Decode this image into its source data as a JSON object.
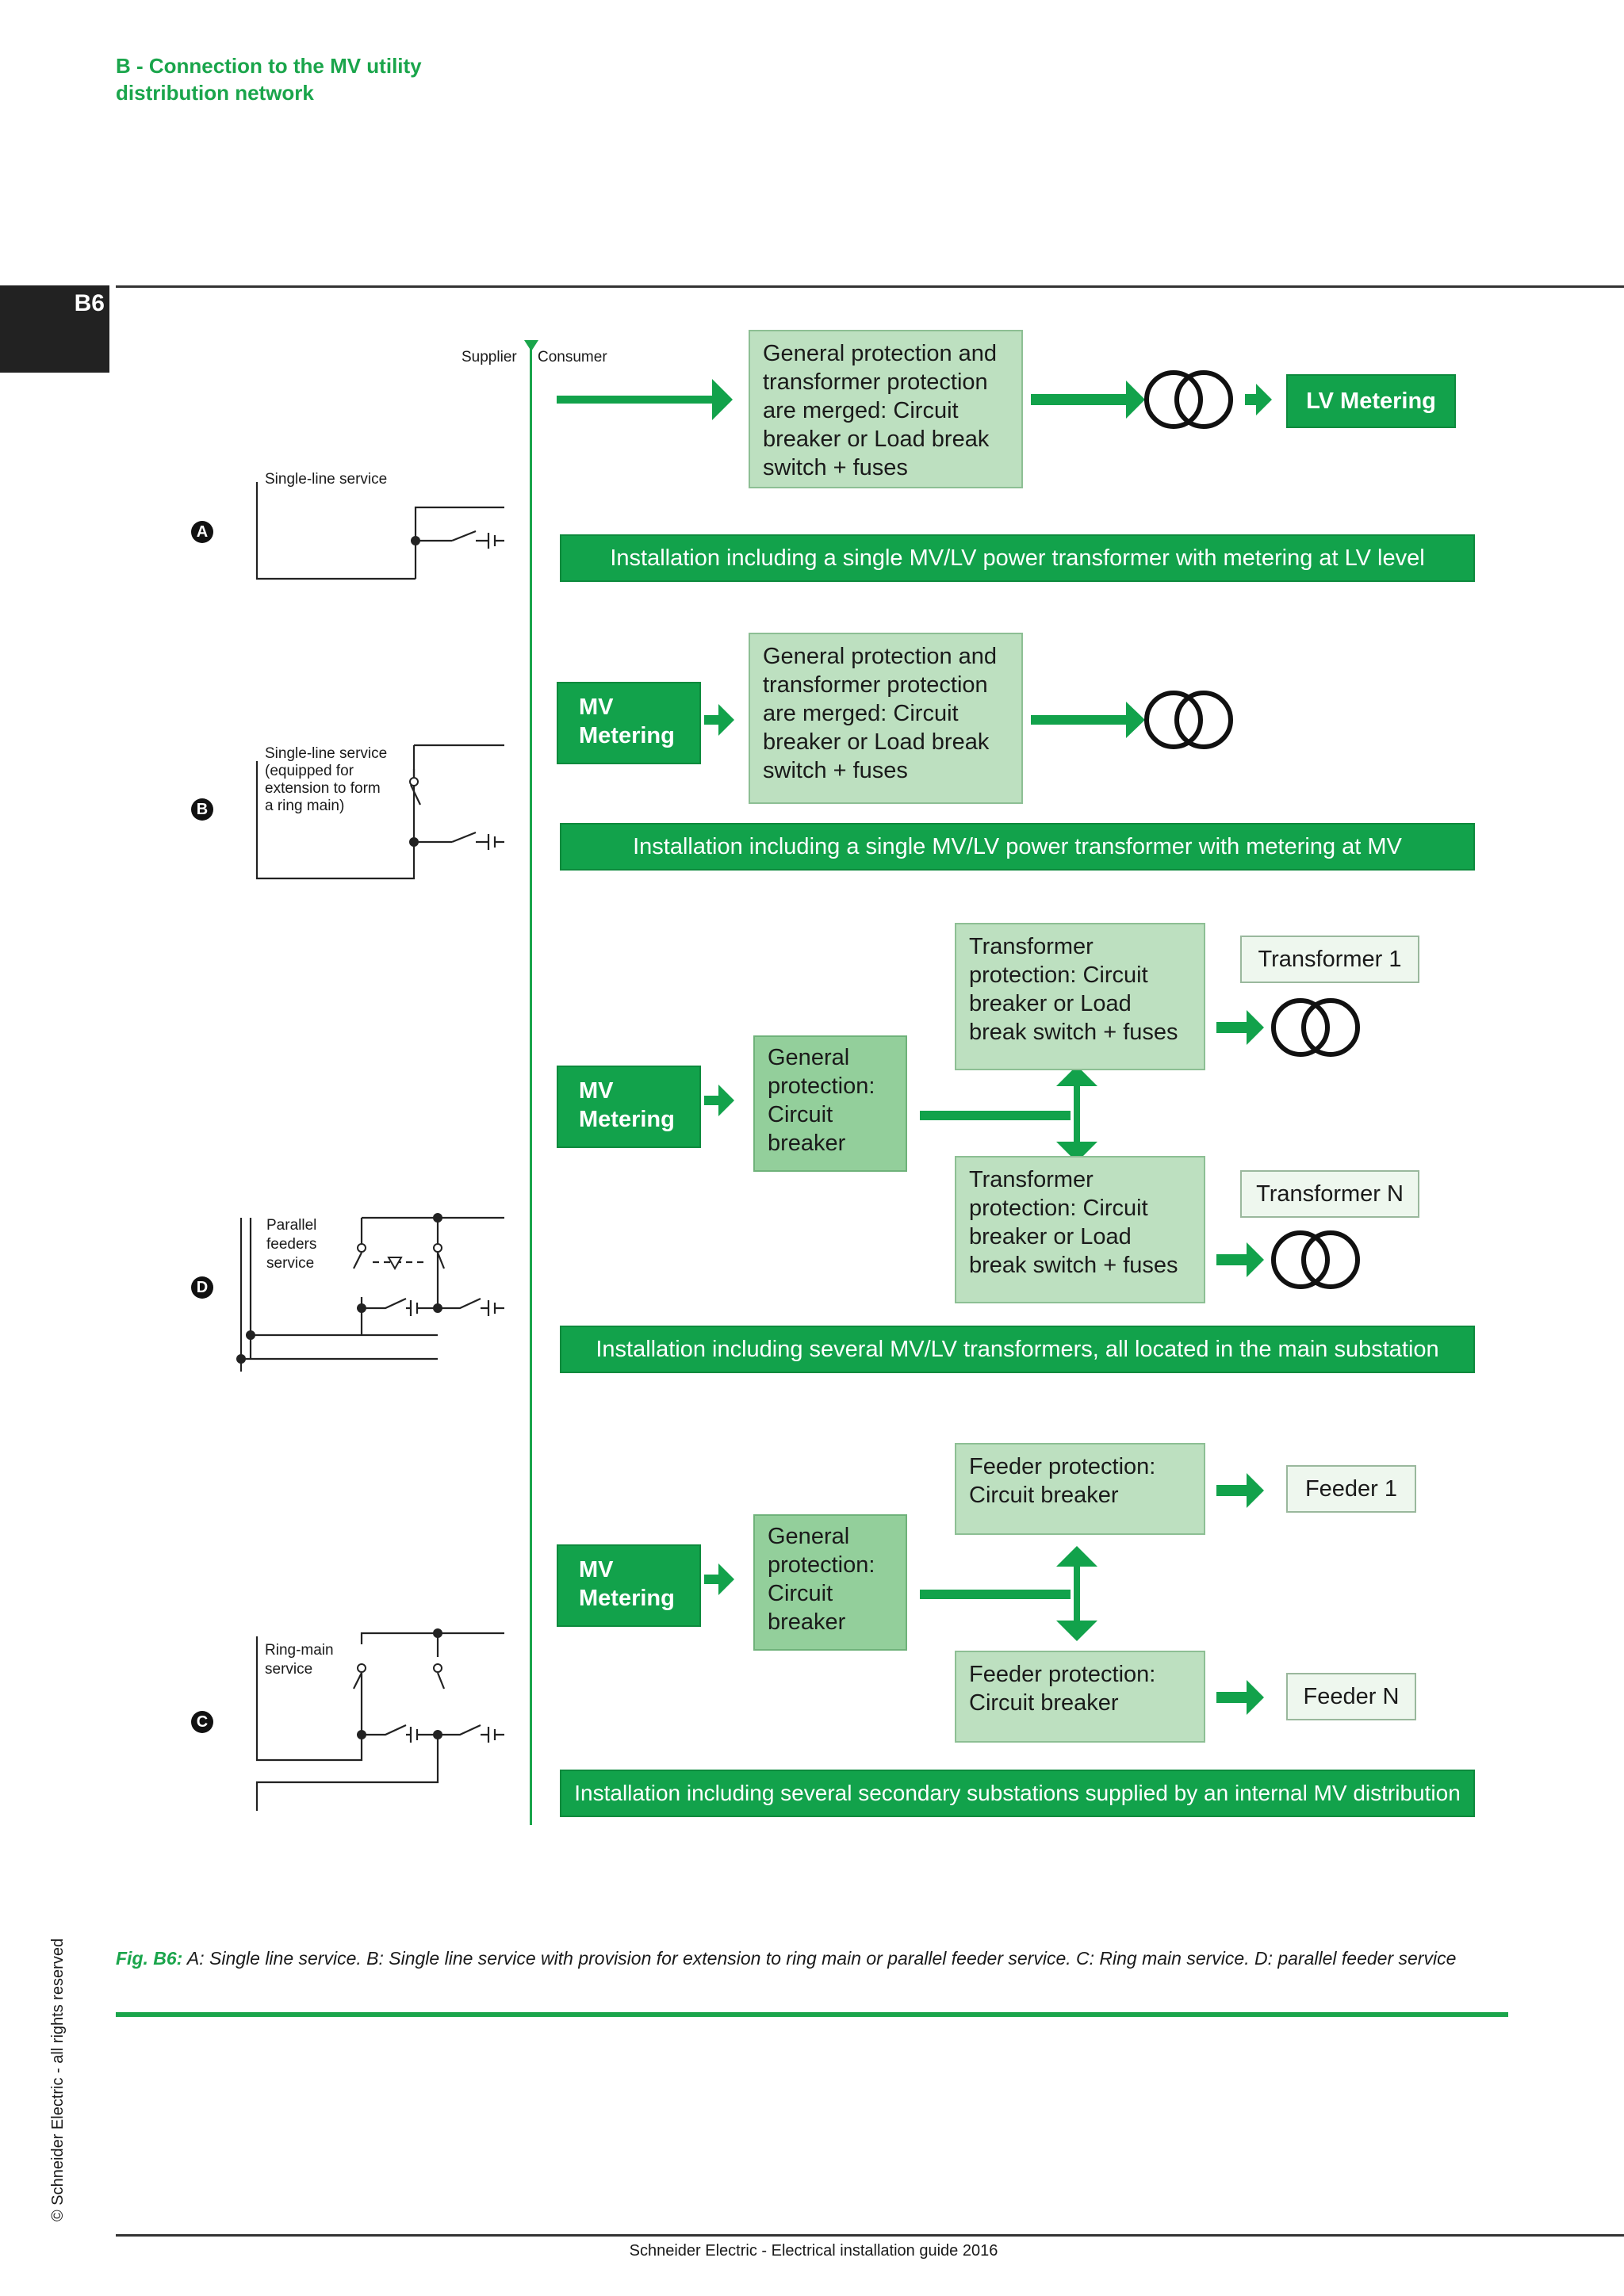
{
  "header": {
    "line1": "B - Connection to the MV utility",
    "line2": "distribution network"
  },
  "page_tab": "B6",
  "divider": {
    "supplier": "Supplier",
    "consumer": "Consumer"
  },
  "scenarios": {
    "A": {
      "letter": "A",
      "label": "Single-line service"
    },
    "B": {
      "letter": "B",
      "label_lines": [
        "Single-line service",
        "(equipped for",
        "extension to form",
        "a ring main)"
      ]
    },
    "D": {
      "letter": "D",
      "label_lines": [
        "Parallel",
        "feeders",
        "service"
      ]
    },
    "C": {
      "letter": "C",
      "label_lines": [
        "Ring-main",
        "service"
      ]
    }
  },
  "rowA": {
    "protection_lines": [
      "General protection and",
      "transformer protection",
      "are merged: Circuit",
      "breaker or Load break",
      "switch + fuses"
    ],
    "lv_metering": "LV Metering",
    "banner": "Installation including a single MV/LV power transformer with metering at LV level"
  },
  "rowB": {
    "mv_metering_lines": [
      "MV",
      "Metering"
    ],
    "protection_lines": [
      "General protection and",
      "transformer protection",
      "are merged: Circuit",
      "breaker or Load break",
      "switch + fuses"
    ],
    "banner": "Installation including a single MV/LV power transformer with metering at MV"
  },
  "rowD": {
    "mv_metering_lines": [
      "MV",
      "Metering"
    ],
    "general_lines": [
      "General",
      "protection:",
      "Circuit",
      "breaker"
    ],
    "tp1_lines": [
      "Transformer",
      "protection: Circuit",
      "breaker or Load",
      "break switch + fuses"
    ],
    "tp2_lines": [
      "Transformer",
      "protection: Circuit",
      "breaker or Load",
      "break switch + fuses"
    ],
    "t1": "Transformer 1",
    "tn": "Transformer N",
    "banner": "Installation including several MV/LV transformers, all located in the main substation"
  },
  "rowC": {
    "mv_metering_lines": [
      "MV",
      "Metering"
    ],
    "general_lines": [
      "General",
      "protection:",
      "Circuit",
      "breaker"
    ],
    "fp1_lines": [
      "Feeder protection:",
      "Circuit breaker"
    ],
    "fp2_lines": [
      "Feeder protection:",
      "Circuit breaker"
    ],
    "f1": "Feeder 1",
    "fn": "Feeder N",
    "banner": "Installation including several secondary substations supplied by an internal MV distribution"
  },
  "caption": {
    "fig": "Fig. B6:",
    "text": " A: Single line service. B: Single line service with provision for extension to ring main or parallel feeder service. C: Ring main service. D: parallel feeder service"
  },
  "footer": "Schneider Electric - Electrical installation guide 2016",
  "copyright": "© Schneider Electric - all rights reserved",
  "colors": {
    "green": "#12a24b",
    "light_box": "#bde0c0",
    "mid_box": "#93cf9b"
  }
}
